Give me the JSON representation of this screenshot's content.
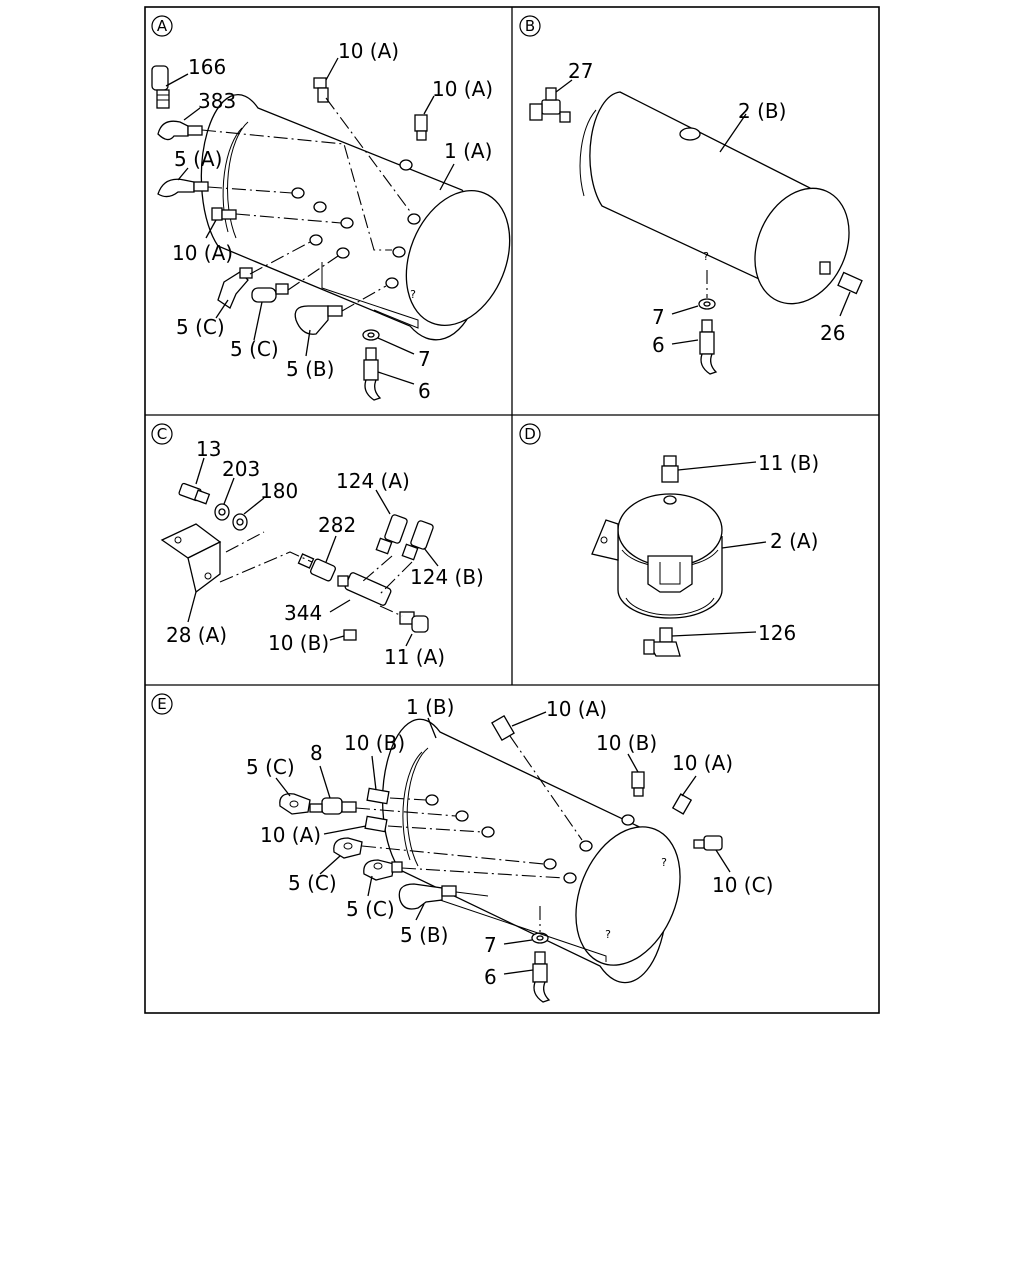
{
  "panels": {
    "A": {
      "badge": "A",
      "labels": [
        "166",
        "383",
        "5 (A)",
        "10 (A)",
        "10 (A)",
        "10 (A)",
        "1 (A)",
        "5 (C)",
        "5 (C)",
        "5 (B)",
        "7",
        "6"
      ]
    },
    "B": {
      "badge": "B",
      "labels": [
        "27",
        "2 (B)",
        "7",
        "6",
        "26"
      ]
    },
    "C": {
      "badge": "C",
      "labels": [
        "13",
        "203",
        "180",
        "124 (A)",
        "282",
        "124 (B)",
        "344",
        "28 (A)",
        "10 (B)",
        "11 (A)"
      ]
    },
    "D": {
      "badge": "D",
      "labels": [
        "11 (B)",
        "2 (A)",
        "126"
      ]
    },
    "E": {
      "badge": "E",
      "labels": [
        "1 (B)",
        "10 (A)",
        "5 (C)",
        "8",
        "10 (B)",
        "10 (B)",
        "10 (A)",
        "10 (A)",
        "5 (C)",
        "5 (C)",
        "5 (B)",
        "10 (C)",
        "7",
        "6"
      ]
    }
  }
}
